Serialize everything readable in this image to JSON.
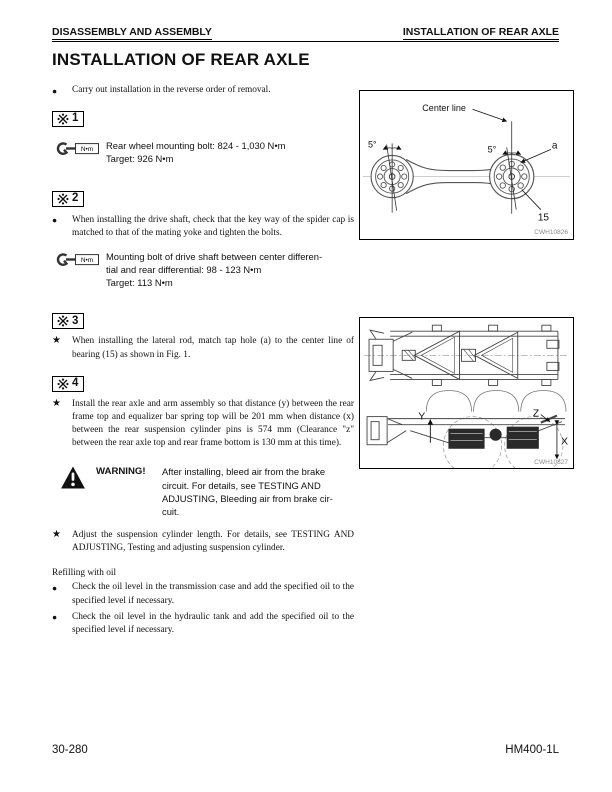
{
  "header": {
    "left": "DISASSEMBLY AND ASSEMBLY",
    "right": "INSTALLATION OF REAR AXLE"
  },
  "title": "INSTALLATION OF REAR AXLE",
  "glyphs": {
    "bullet": "●",
    "star": "★"
  },
  "icons": {
    "step_marker": "reference-mark-icon",
    "torque": "wrench-icon",
    "warning": "warning-triangle-icon"
  },
  "torque_unit": "N•m",
  "intro": {
    "text": "Carry out installation in the reverse order of removal."
  },
  "steps": {
    "s1": {
      "num": "1",
      "torque": "Rear wheel mounting bolt: 824 - 1,030 N•m\nTarget: 926 N•m"
    },
    "s2": {
      "num": "2",
      "text": "When installing the drive shaft, check that the key way of the spider cap is matched to that of the mating yoke and tighten the bolts.",
      "torque": "Mounting bolt of drive shaft between center differen-\ntial and rear differential: 98 - 123 N•m\nTarget: 113 N•m"
    },
    "s3": {
      "num": "3",
      "text": "When installing the lateral rod, match tap hole (a) to the center line of bearing (15) as shown in Fig. 1."
    },
    "s4": {
      "num": "4",
      "text": "Install the rear axle and arm assembly so that distance (y) between the rear frame top and equalizer bar spring top will be 201 mm when distance (x) between the rear suspension cylinder pins is 574 mm (Clearance \"z\" between the rear axle top and rear frame bottom is 130 mm at this time)."
    }
  },
  "warning": {
    "label": "WARNING!",
    "text": "After installing, bleed air from the brake\ncircuit. For details, see TESTING AND\nADJUSTING, Bleeding air from brake cir-\ncuit."
  },
  "adjust": {
    "text": "Adjust the suspension cylinder length. For details, see TESTING AND ADJUSTING, Testing and adjusting suspension cylinder."
  },
  "refill": {
    "heading": "Refilling with oil",
    "items": [
      "Check the oil level in the transmission case and add the specified oil to the specified level if necessary.",
      "Check the oil level in the hydraulic tank and add the specified oil to the specified level if necessary."
    ]
  },
  "figures": {
    "fig1": {
      "center_line": "Center line",
      "angle_left": "5°",
      "angle_right": "5°",
      "label_a": "a",
      "label_15": "15",
      "code": "CWH10826"
    },
    "fig2": {
      "label_y": "Y",
      "label_z": "Z",
      "label_x": "X",
      "code": "CWH10827"
    }
  },
  "footer": {
    "left": "30-280",
    "right": "HM400-1L"
  }
}
